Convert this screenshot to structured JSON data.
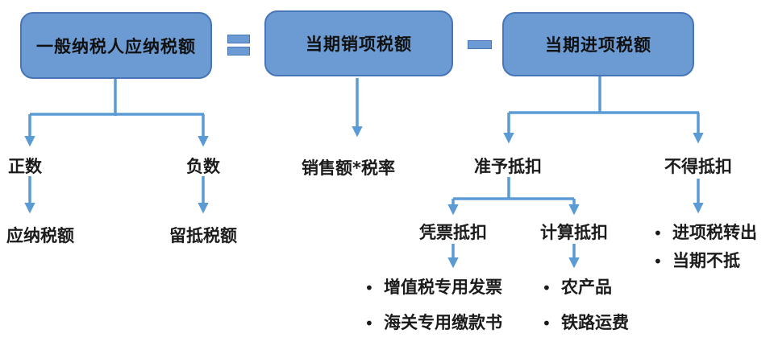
{
  "colors": {
    "box_fill": "#6c9ad3",
    "box_border": "#4675b8",
    "connector": "#5b9bd5",
    "text": "#1b1b1b"
  },
  "formula": {
    "result_box": "一般纳税人应纳税额",
    "equals": "=",
    "output_box": "当期销项税额",
    "minus": "-",
    "input_box": "当期进项税额"
  },
  "result_branch": {
    "positive": "正数",
    "negative": "负数",
    "positive_outcome": "应纳税额",
    "negative_outcome": "留抵税额"
  },
  "output_branch": {
    "formula": "销售额*税率"
  },
  "input_branch": {
    "deductible": "准予抵扣",
    "non_deductible": "不得抵扣",
    "invoice_deduction": "凭票抵扣",
    "calculated_deduction": "计算抵扣",
    "bullet": "•",
    "invoice_items": [
      "增值税专用发票",
      "海关专用缴款书"
    ],
    "calculated_items": [
      "农产品",
      "铁路运费"
    ],
    "non_deductible_items": [
      "进项税转出",
      "当期不抵"
    ]
  }
}
